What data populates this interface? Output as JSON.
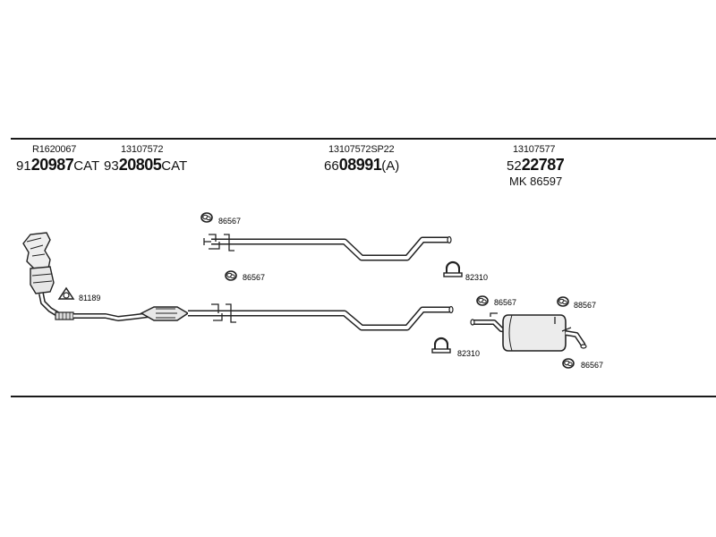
{
  "header": {
    "groups": [
      {
        "code": "R1620067",
        "part_prefix": "91",
        "part_main": "20987",
        "part_suffix": "CAT"
      },
      {
        "code": "13107572",
        "part_prefix": "93",
        "part_main": "20805",
        "part_suffix": "CAT"
      },
      {
        "code": "13107572SP22",
        "part_prefix": "66",
        "part_main": "08991",
        "part_suffix": "(A)"
      },
      {
        "code": "13107577",
        "part_prefix": "52",
        "part_main": "22787",
        "part_suffix": ""
      }
    ],
    "mk_label": "MK  86597"
  },
  "labels": {
    "hanger_top_upper": "86567",
    "hanger_top_lower": "86567",
    "gasket": "81189",
    "clamp_upper": "82310",
    "clamp_lower": "82310",
    "hanger_muffler_left": "86567",
    "hanger_muffler_right_top": "88567",
    "hanger_muffler_right_bottom": "86567"
  }
}
